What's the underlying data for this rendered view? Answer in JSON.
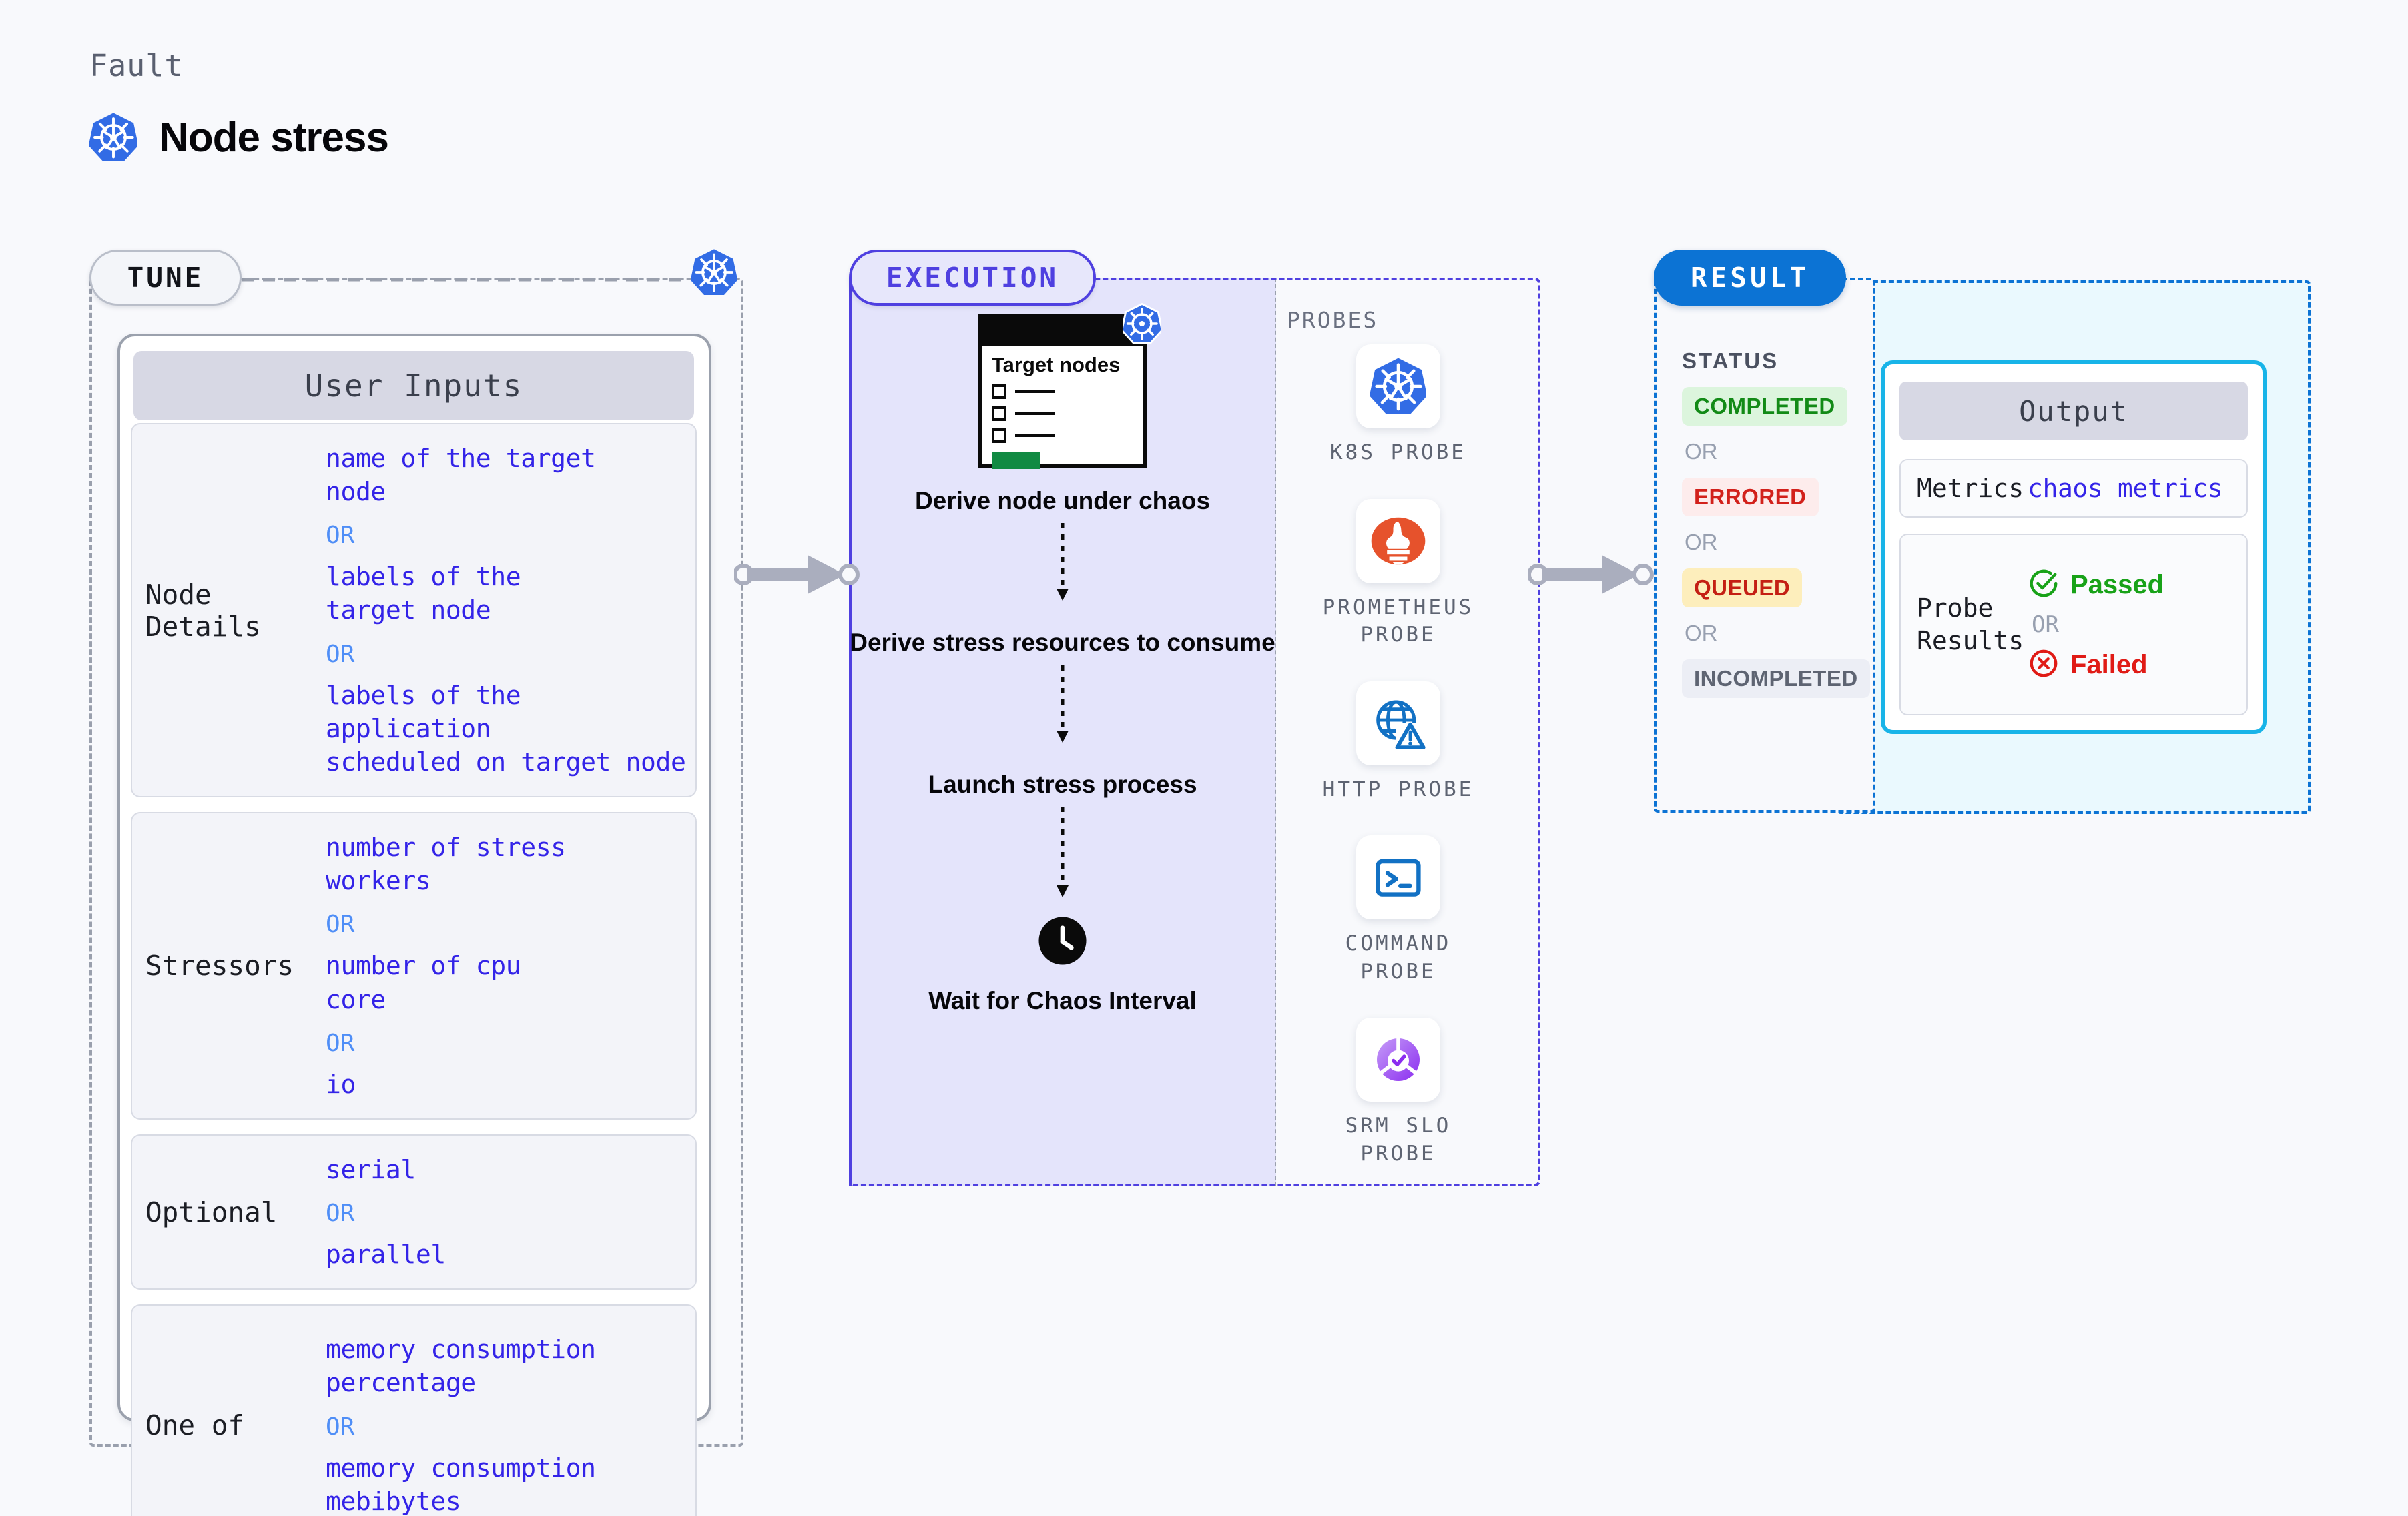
{
  "header": {
    "eyebrow": "Fault",
    "title": "Node stress",
    "icon": "kubernetes-icon"
  },
  "tune": {
    "badge": "TUNE",
    "icon": "kubernetes-icon",
    "user_inputs_header": "User Inputs",
    "or_label": "OR",
    "rows": [
      {
        "label": "Node Details",
        "values": [
          "name of the target\nnode",
          "labels of the\ntarget node",
          "labels of the application\n scheduled on target node"
        ]
      },
      {
        "label": "Stressors",
        "values": [
          "number of stress\nworkers",
          "number of cpu\ncore",
          "io"
        ]
      },
      {
        "label": "Optional",
        "values": [
          "serial",
          "parallel"
        ]
      },
      {
        "label": "One of",
        "values": [
          "memory consumption\npercentage",
          "memory consumption\nmebibytes"
        ]
      }
    ]
  },
  "execution": {
    "badge": "EXECUTION",
    "target_card": {
      "title": "Target\nnodes",
      "icon": "kubernetes-icon"
    },
    "steps": [
      {
        "label": "Derive node under\nchaos",
        "icon": "target-nodes-card"
      },
      {
        "label": "Derive stress\nresources to\nconsume",
        "icon": "none"
      },
      {
        "label": "Launch stress\nprocess",
        "icon": "none"
      },
      {
        "label": "Wait for Chaos\nInterval",
        "icon": "clock-icon"
      }
    ],
    "probes_title": "PROBES",
    "probes": [
      {
        "label": "K8S PROBE",
        "icon": "kubernetes-icon"
      },
      {
        "label": "PROMETHEUS\nPROBE",
        "icon": "prometheus-icon"
      },
      {
        "label": "HTTP PROBE",
        "icon": "globe-warning-icon"
      },
      {
        "label": "COMMAND\nPROBE",
        "icon": "terminal-icon"
      },
      {
        "label": "SRM SLO\nPROBE",
        "icon": "slo-donut-icon"
      }
    ]
  },
  "result": {
    "badge": "RESULT",
    "status_title": "STATUS",
    "or_label": "OR",
    "statuses": [
      {
        "label": "COMPLETED",
        "state": "completed"
      },
      {
        "label": "ERRORED",
        "state": "errored"
      },
      {
        "label": "QUEUED",
        "state": "queued"
      },
      {
        "label": "INCOMPLETED",
        "state": "incompleted"
      }
    ],
    "output": {
      "header": "Output",
      "metrics_key": "Metrics",
      "metrics_value": "chaos metrics",
      "probe_key": "Probe\nResults",
      "passed_label": "Passed",
      "failed_label": "Failed",
      "or_label": "OR"
    }
  },
  "colors": {
    "background": "#f8f9fc",
    "k8s_blue": "#326ce5",
    "indigo": "#4f40e0",
    "value_blue": "#3323e8",
    "or_blue": "#4f8ef7",
    "result_blue": "#0c73d4",
    "cyan_border": "#18b4e8",
    "green": "#18a218",
    "red": "#e01b16",
    "amber_bg": "#fdeebc"
  }
}
